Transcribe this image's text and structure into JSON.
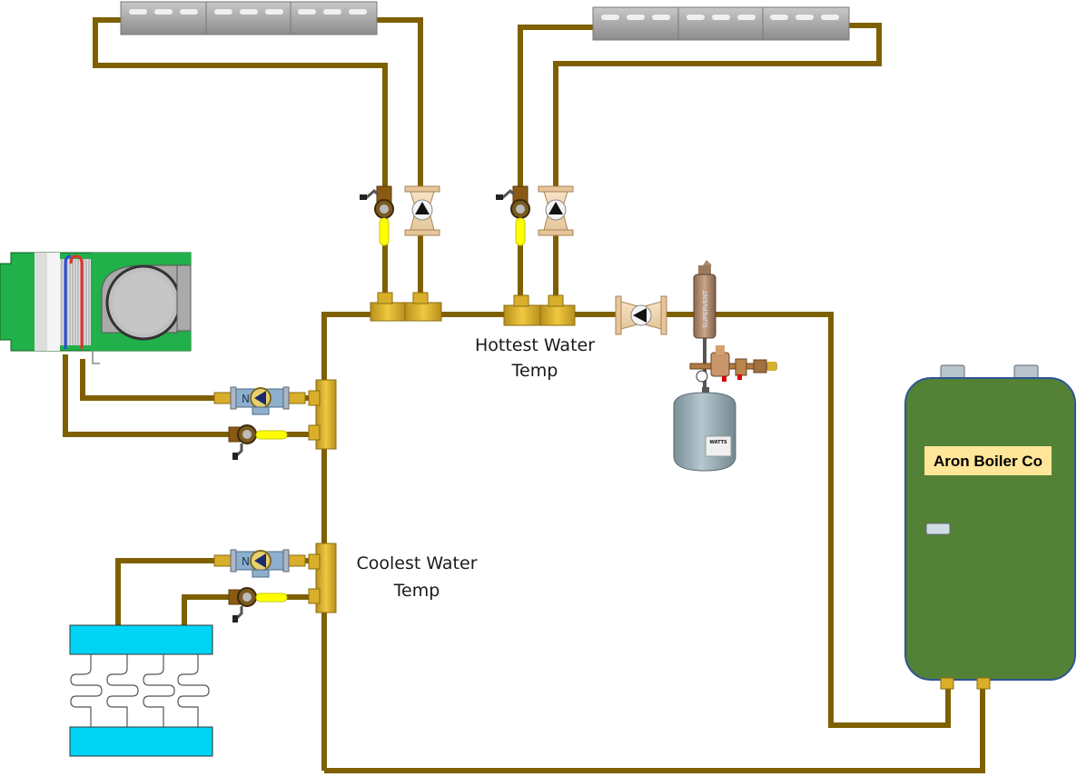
{
  "diagram": {
    "title": "Hydronic heating piping schematic",
    "labels": {
      "hottest_water_temp": [
        "Hottest Water",
        "Temp"
      ],
      "coolest_water_temp": [
        "Coolest Water",
        "Temp"
      ],
      "boiler_name": "Aron Boiler Co"
    },
    "expansion_tank_brand": "WATTS",
    "air_separator_brand": "SUPERVENT",
    "components": [
      {
        "id": "baseboard-zone-1",
        "type": "baseboard-radiator",
        "sections": 3
      },
      {
        "id": "baseboard-zone-2",
        "type": "baseboard-radiator",
        "sections": 3
      },
      {
        "id": "fan-coil",
        "type": "air-handler-fan-coil"
      },
      {
        "id": "radiant-floor",
        "type": "radiant-panel"
      },
      {
        "id": "boiler",
        "type": "boiler",
        "label": "Aron Boiler Co"
      },
      {
        "id": "system-circulator",
        "type": "circulator-pump"
      },
      {
        "id": "air-separator",
        "type": "air-separator"
      },
      {
        "id": "expansion-tank",
        "type": "expansion-tank"
      },
      {
        "id": "fill-valve",
        "type": "pressure-reducing-valve"
      },
      {
        "id": "zone-1-circulator",
        "type": "circulator-pump"
      },
      {
        "id": "zone-2-circulator",
        "type": "circulator-pump"
      },
      {
        "id": "fan-coil-circulator",
        "type": "circulator-pump-with-flanges"
      },
      {
        "id": "radiant-circulator",
        "type": "circulator-pump-with-flanges"
      },
      {
        "id": "zone-1-ball-valve",
        "type": "ball-valve-with-drain"
      },
      {
        "id": "zone-2-ball-valve",
        "type": "ball-valve-with-drain"
      },
      {
        "id": "fan-coil-ball-valve",
        "type": "ball-valve-with-drain"
      },
      {
        "id": "radiant-ball-valve",
        "type": "ball-valve-with-drain"
      }
    ],
    "colors": {
      "pipe": "#7f6000",
      "brass": "#d9ae2a",
      "boiler": "#538135",
      "boiler_label_bg": "#ffe699",
      "radiant_panel": "#00d4f5",
      "fan_coil": "#22b04b",
      "tank": "#8fa3ad",
      "baseboard": "#a6a6a6",
      "valve_handle": "#ffff00"
    }
  }
}
